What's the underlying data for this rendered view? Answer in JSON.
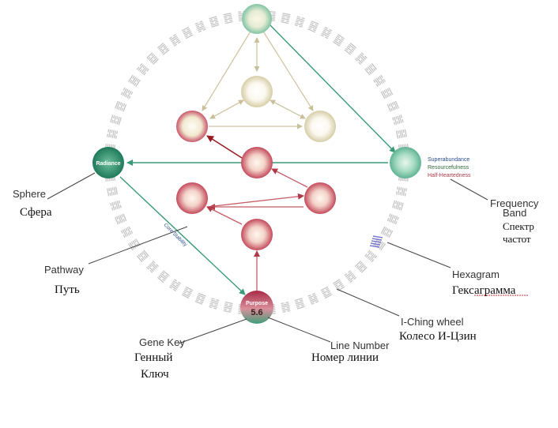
{
  "diagram": {
    "spheres": {
      "radiance": "Radiance",
      "purpose": "Purpose",
      "purpose_line": "5.6"
    },
    "pathway_text": "Core Stability",
    "frequency_band": {
      "superabundance": "Superabundance",
      "resourcefulness": "Resourcefulness",
      "half_heartedness": "Half-Heartedness"
    },
    "labels": {
      "sphere_en": "Sphere",
      "sphere_ru": "Сфера",
      "pathway_en": "Pathway",
      "pathway_ru": "Путь",
      "gene_key_en": "Gene Key",
      "gene_key_ru_1": "Генный",
      "gene_key_ru_2": "Ключ",
      "line_number_en": "Line Number",
      "line_number_ru": "Номер линии",
      "iching_en": "I-Ching wheel",
      "iching_ru": "Колесо И-Цзин",
      "hexagram_en": "Hexagram",
      "hexagram_ru": "Гексаграмма",
      "freq_en_1": "Frequency",
      "freq_en_2": "Band",
      "freq_ru_1": "Спектр",
      "freq_ru_2": "частот"
    },
    "colors": {
      "green": "#3a9b78",
      "red": "#b03a48",
      "beige": "#d8cfae",
      "blue": "#2b4f8f"
    }
  }
}
